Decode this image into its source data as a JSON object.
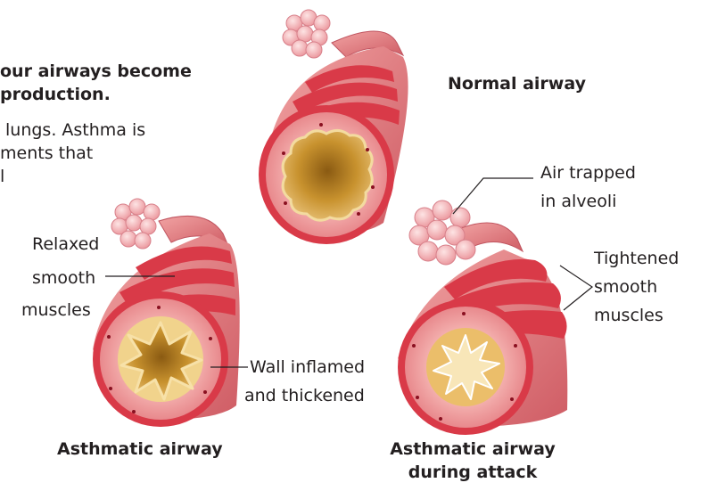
{
  "intro": {
    "heading_line1": "our airways become",
    "heading_line2": "production.",
    "body_line1": "lungs. Asthma is",
    "body_line2": "ments that",
    "body_line3": "l"
  },
  "labels": {
    "normal_airway": "Normal airway",
    "asthmatic_airway": "Asthmatic airway",
    "attack_line1": "Asthmatic airway",
    "attack_line2": "during attack",
    "relaxed_line1": "Relaxed",
    "relaxed_line2": "smooth",
    "relaxed_line3": "muscles",
    "wall_line1": "Wall inflamed",
    "wall_line2": "and thickened",
    "air_line1": "Air trapped",
    "air_line2": "in alveoli",
    "tight_line1": "Tightened",
    "tight_line2": "smooth",
    "tight_line3": "muscles"
  },
  "colors": {
    "wall_pink": "#e8a0a2",
    "muscle_red": "#d93a48",
    "lumen_tan": "#c8922e",
    "alveoli_pink": "#f6b8bc",
    "leader_line": "#231f20"
  }
}
